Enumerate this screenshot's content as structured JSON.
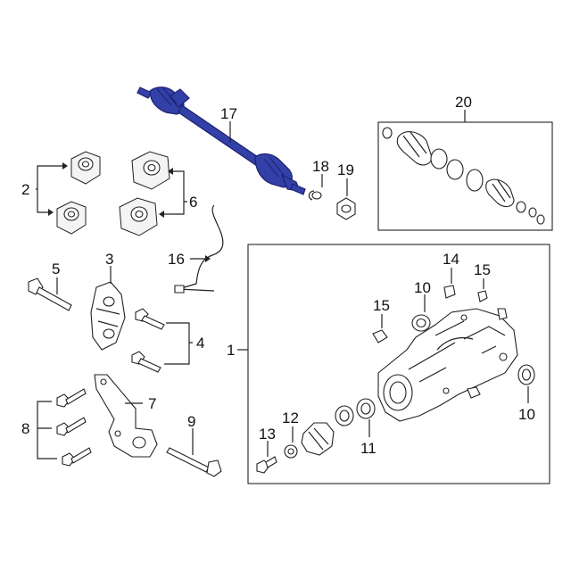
{
  "diagram": {
    "highlight_color": "#3340a8",
    "callouts": {
      "c1": "1",
      "c2": "2",
      "c3": "3",
      "c4": "4",
      "c5": "5",
      "c6": "6",
      "c7": "7",
      "c8": "8",
      "c9": "9",
      "c10a": "10",
      "c10b": "10",
      "c11": "11",
      "c12": "12",
      "c13": "13",
      "c14": "14",
      "c15a": "15",
      "c15b": "15",
      "c16": "16",
      "c17": "17",
      "c18": "18",
      "c19": "19",
      "c20": "20"
    }
  }
}
